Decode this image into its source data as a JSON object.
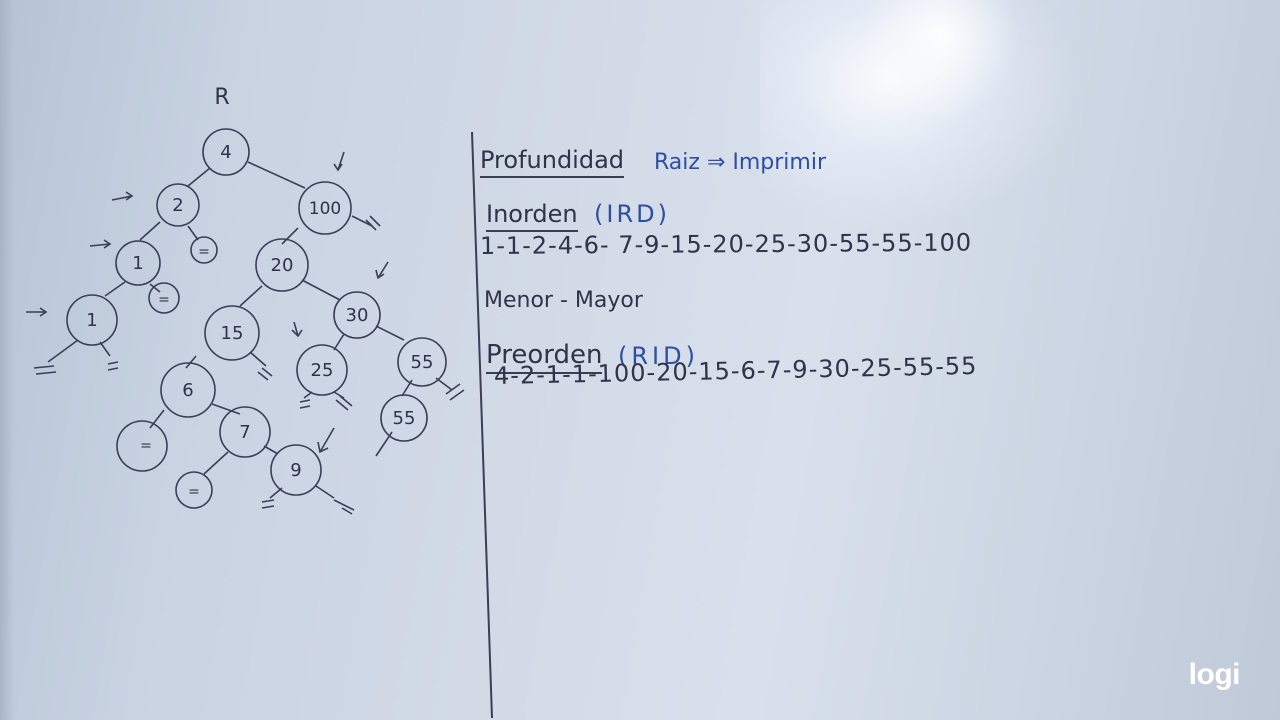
{
  "tree": {
    "root_label": "R",
    "nodes": [
      "4",
      "2",
      "100",
      "1",
      "20",
      "1",
      "15",
      "30",
      "6",
      "25",
      "55",
      "7",
      "55",
      "9"
    ],
    "null_marks": [
      "=",
      "=",
      "=",
      "=",
      "="
    ]
  },
  "notes": {
    "profundidad": "Profundidad",
    "raiz_imprimir": "Raiz ⇒ Imprimir",
    "inorden_title": "Inorden",
    "inorden_code": "(IRD)",
    "inorden_sequence": "1-1-2-4-6- 7-9-15-20-25-30-55-55-100",
    "menor_mayor": "Menor - Mayor",
    "preorden_title": "Preorden",
    "preorden_code": "(RID)",
    "preorden_sequence": "4-2-1-1-100-20-15-6-7-9-30-25-55-55"
  },
  "logo": "logi",
  "colors": {
    "ink_black": "#2f3448",
    "ink_blue": "#2c4fa3",
    "ink_red": "#c0506a"
  }
}
